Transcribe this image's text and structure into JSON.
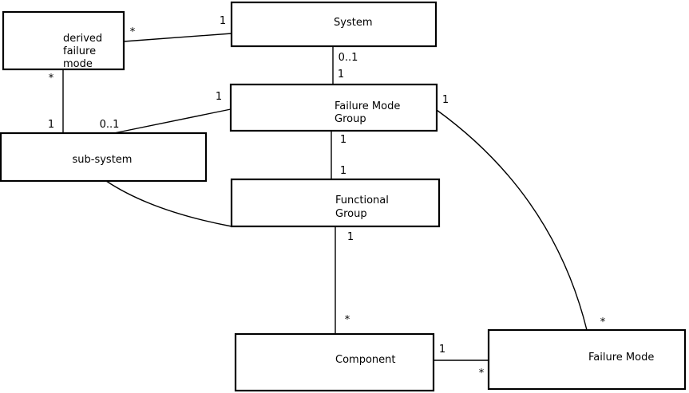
{
  "diagram": {
    "background_color": "#ffffff",
    "box_fill_color": "#ffffff",
    "line_color": "#000000",
    "nodes": {
      "derived_failure_mode": {
        "line1": "derived",
        "line2": "failure",
        "line3": "mode"
      },
      "system": {
        "label": "System"
      },
      "failure_mode_group": {
        "line1": "Failure Mode",
        "line2": "Group"
      },
      "sub_system": {
        "label": "sub-system"
      },
      "functional_group": {
        "line1": "Functional",
        "line2": "Group"
      },
      "component": {
        "label": "Component"
      },
      "failure_mode": {
        "label": "Failure Mode"
      }
    },
    "edges": {
      "derived_failure_mode__system": {
        "derived_failure_mode_end": "*",
        "system_end": "1"
      },
      "derived_failure_mode__sub_system": {
        "derived_failure_mode_end": "*",
        "sub_system_end": "1"
      },
      "sub_system__failure_mode_group": {
        "sub_system_end": "0..1",
        "failure_mode_group_end": "1"
      },
      "system__failure_mode_group": {
        "system_end": "0..1",
        "failure_mode_group_end": "1"
      },
      "failure_mode_group__functional_group": {
        "failure_mode_group_end": "1",
        "functional_group_end": "1"
      },
      "functional_group__component": {
        "functional_group_end": "1",
        "component_end": "*"
      },
      "component__failure_mode": {
        "component_end": "1",
        "failure_mode_end": "*"
      },
      "failure_mode_group__failure_mode": {
        "failure_mode_group_end": "1",
        "failure_mode_end": "*"
      }
    }
  }
}
